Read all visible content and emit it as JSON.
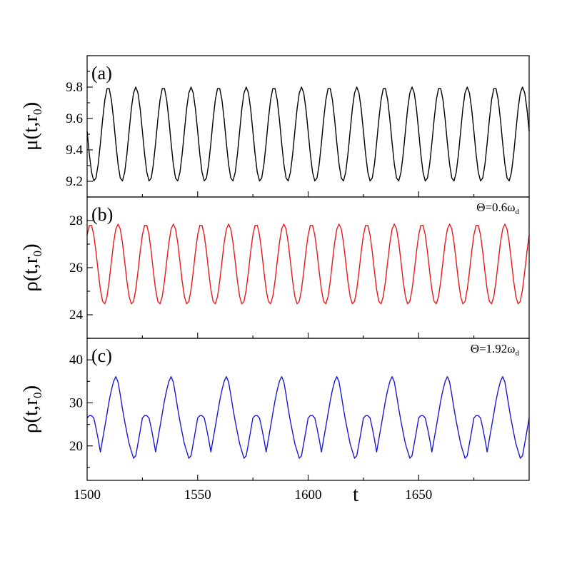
{
  "chart_data": {
    "type": "line",
    "xlabel": "t",
    "xlim": [
      1500,
      1700
    ],
    "xticks": [
      1500,
      1550,
      1600,
      1650
    ],
    "panels": [
      {
        "label": "(a)",
        "ylabel_main": "μ(t,r",
        "ylabel_sub": "0",
        "ylabel_close": ")",
        "annotation": "",
        "annotation_sub": "",
        "ylim": [
          9.1,
          10.0
        ],
        "yticks": [
          9.2,
          9.4,
          9.6,
          9.8
        ],
        "ytick_labels": [
          "9.2",
          "9.4",
          "9.6",
          "9.8"
        ],
        "series": [
          {
            "color": "#000000",
            "model": "cos",
            "center": 9.5,
            "amp": 0.3,
            "period": 12.5,
            "t_peak": 1509.5
          }
        ]
      },
      {
        "label": "(b)",
        "ylabel_main": "ρ(t,r",
        "ylabel_sub": "0",
        "ylabel_close": ")",
        "annotation": "Θ=0.6ω",
        "annotation_sub": "d",
        "ylim": [
          23.0,
          29.0
        ],
        "yticks": [
          24,
          26,
          28
        ],
        "ytick_labels": [
          "24",
          "26",
          "28"
        ],
        "series": [
          {
            "color": "#e8191b",
            "model": "cos",
            "center": 26.15,
            "amp": 1.7,
            "period": 12.5,
            "t_peak": 1501.5
          }
        ]
      },
      {
        "label": "(c)",
        "ylabel_main": "ρ(t,r",
        "ylabel_sub": "0",
        "ylabel_close": ")",
        "annotation": "Θ=1.92ω",
        "annotation_sub": "d",
        "ylim": [
          12.0,
          45.0
        ],
        "yticks": [
          20,
          30,
          40
        ],
        "ytick_labels": [
          "20",
          "30",
          "40"
        ],
        "series": [
          {
            "color": "#1a1ad4",
            "model": "periodic_points",
            "period": 25,
            "t0": 1500,
            "phase_t": [
              0,
              1.5,
              3,
              4.5,
              6,
              8,
              10.5,
              12.5,
              13.5,
              14.5,
              16.5,
              19,
              21.5,
              23.5,
              25
            ],
            "phase_y": [
              26.5,
              27.3,
              26.5,
              23.0,
              18.6,
              24.5,
              32.0,
              36.0,
              36.2,
              33.5,
              27.0,
              20.5,
              16.3,
              22.0,
              26.5
            ]
          }
        ]
      }
    ]
  }
}
